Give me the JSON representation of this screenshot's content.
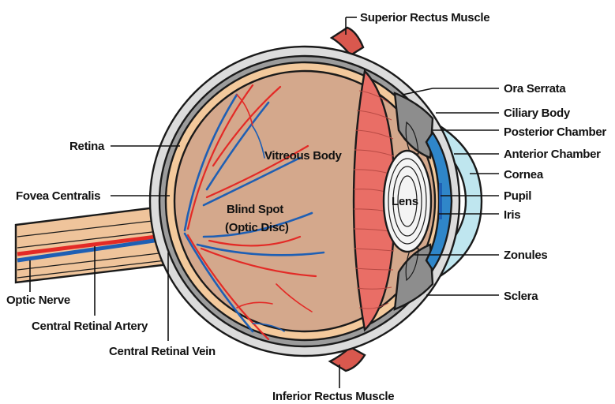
{
  "labels": {
    "superior_rectus": "Superior Rectus Muscle",
    "inferior_rectus": "Inferior Rectus Muscle",
    "ora_serrata": "Ora Serrata",
    "ciliary_body": "Ciliary Body",
    "posterior_chamber": "Posterior Chamber",
    "anterior_chamber": "Anterior Chamber",
    "cornea": "Cornea",
    "pupil": "Pupil",
    "iris": "Iris",
    "zonules": "Zonules",
    "sclera": "Sclera",
    "retina": "Retina",
    "fovea_centralis": "Fovea Centralis",
    "vitreous_body": "Vitreous Body",
    "lens": "Lens",
    "blind_spot": "Blind Spot",
    "optic_disc": "(Optic Disc)",
    "optic_nerve": "Optic Nerve",
    "central_retinal_artery": "Central Retinal Artery",
    "central_retinal_vein": "Central Retinal Vein"
  },
  "colors": {
    "sclera": "#dcdcdc",
    "choroid": "#9c9c9c",
    "retina": "#f3c99c",
    "vitreous": "#d4a88c",
    "ciliary_muscle": "#e96e66",
    "artery": "#e32a26",
    "vein": "#1e5fb4",
    "cornea": "#bfe6ef",
    "iris": "#2f86c9",
    "lens": "#f4f4f4",
    "muscle": "#d9584e",
    "nerve": "#efc49b"
  }
}
